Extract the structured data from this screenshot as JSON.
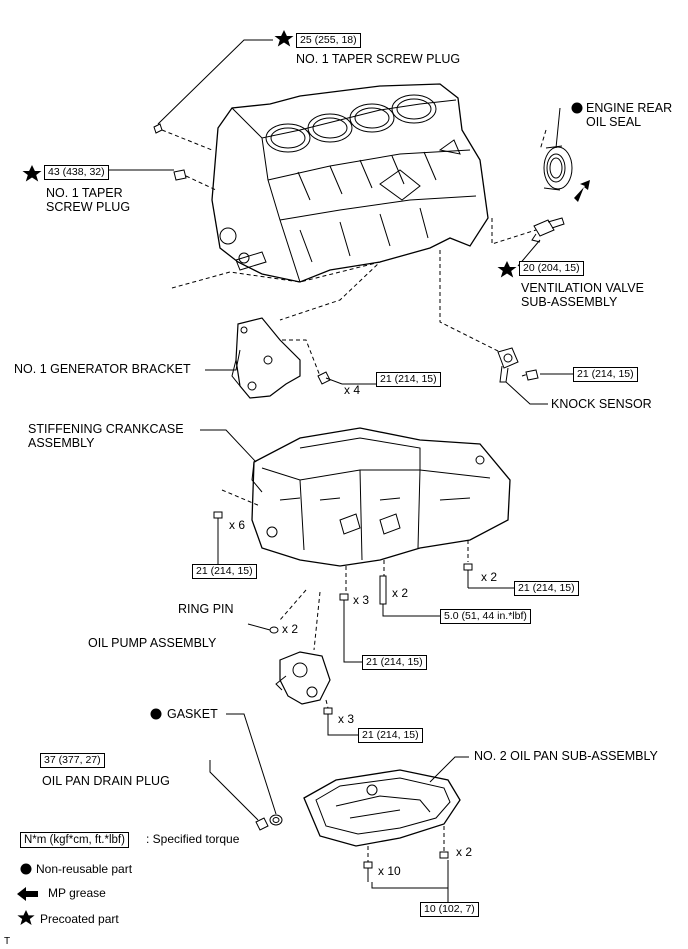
{
  "labels": {
    "no1_taper_screw_plug_top": "NO. 1 TAPER SCREW PLUG",
    "no1_taper_line1": "NO. 1 TAPER",
    "no1_taper_line2": "SCREW PLUG",
    "engine_rear_line1": "ENGINE REAR",
    "engine_rear_line2": "OIL SEAL",
    "ventilation_line1": "VENTILATION VALVE",
    "ventilation_line2": "SUB-ASSEMBLY",
    "generator_bracket": "NO. 1 GENERATOR BRACKET",
    "knock_sensor": "KNOCK SENSOR",
    "stiffening_line1": "STIFFENING CRANKCASE",
    "stiffening_line2": "ASSEMBLY",
    "ring_pin": "RING PIN",
    "oil_pump": "OIL PUMP ASSEMBLY",
    "gasket": "GASKET",
    "oil_pan_drain_plug": "OIL PAN DRAIN PLUG",
    "no2_oil_pan": "NO. 2 OIL PAN SUB-ASSEMBLY"
  },
  "torques": {
    "t_top_plug": "25 (255, 18)",
    "t_side_plug": "43 (438, 32)",
    "t_ventilation": "20 (204, 15)",
    "t_bracket": "21 (214, 15)",
    "t_knock": "21 (214, 15)",
    "t_left_bolt": "21 (214, 15)",
    "t_right_bolt": "21 (214, 15)",
    "t_stud": "5.0 (51, 44 in.*lbf)",
    "t_mid_bolt": "21 (214, 15)",
    "t_pump_bolt": "21 (214, 15)",
    "t_drain_plug": "37 (377, 27)",
    "t_oil_pan": "10 (102, 7)"
  },
  "quantities": {
    "q_bracket": "x 4",
    "q_left": "x 6",
    "q_right": "x 2",
    "q_stud": "x 2",
    "q_mid": "x 3",
    "q_ringpin": "x 2",
    "q_pump": "x 3",
    "q_pan_nut": "x 2",
    "q_pan_bolt": "x 10"
  },
  "legend": {
    "unit_box": "N*m (kgf*cm, ft.*lbf)",
    "unit_text": ": Specified torque",
    "non_reusable": "Non-reusable part",
    "mp_grease": "MP grease",
    "precoated": "Precoated part"
  },
  "footer": "T"
}
